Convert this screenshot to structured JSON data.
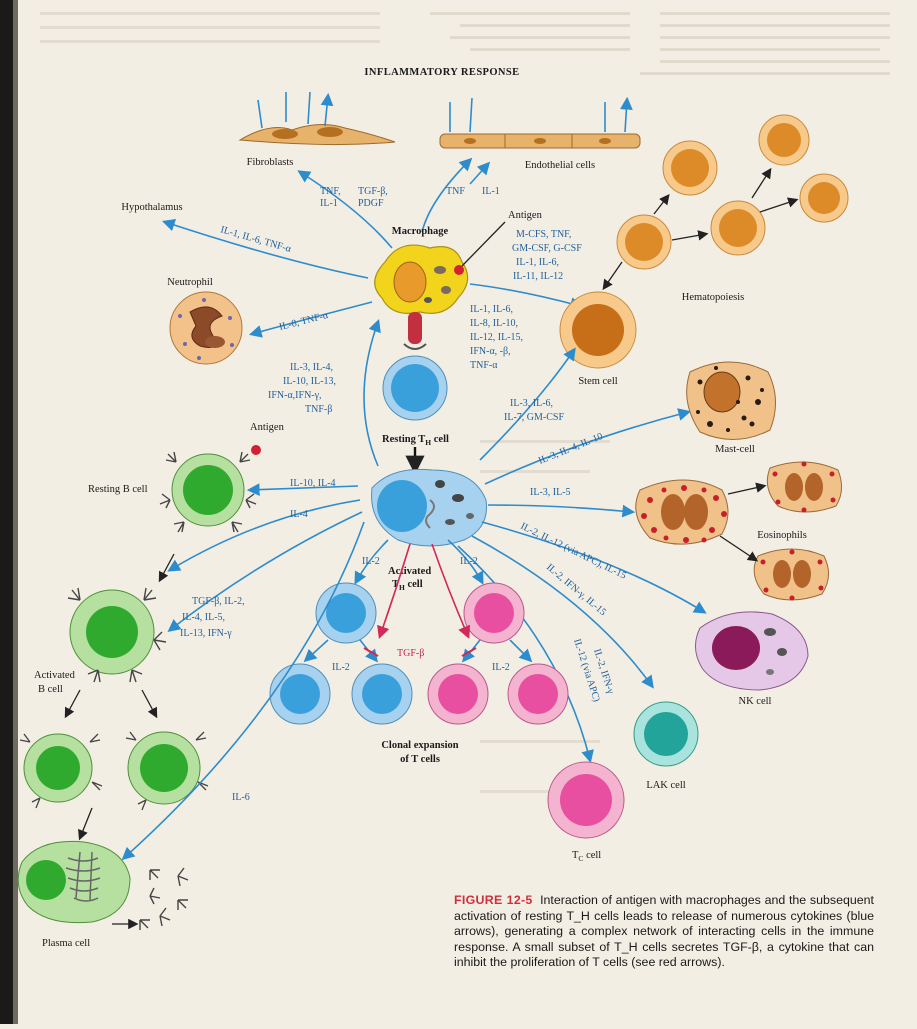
{
  "figure": {
    "title": "INFLAMMATORY RESPONSE",
    "cells": {
      "fibroblasts": "Fibroblasts",
      "endothelial": "Endothelial cells",
      "hypothalamus": "Hypothalamus",
      "macrophage": "Macrophage",
      "antigen_top": "Antigen",
      "neutrophil": "Neutrophil",
      "hematopoiesis": "Hematopoiesis",
      "stem_cell": "Stem cell",
      "resting_th": "Resting T",
      "resting_th_sub": "H",
      "resting_th_suffix": " cell",
      "mast_cell": "Mast-cell",
      "antigen_left": "Antigen",
      "resting_b": "Resting B cell",
      "activated_th": "Activated",
      "activated_th_2": "T",
      "activated_th_sub": "H",
      "activated_th_suffix": " cell",
      "eosinophils": "Eosinophils",
      "activated_b_1": "Activated",
      "activated_b_2": "B cell",
      "nk_cell": "NK cell",
      "clonal_1": "Clonal expansion",
      "clonal_2": "of T cells",
      "lak_cell": "LAK cell",
      "plasma_cell": "Plasma cell",
      "tc_cell": "T",
      "tc_sub": "C",
      "tc_suffix": " cell"
    },
    "cytokines": {
      "tnf_il1": [
        "TNF,",
        "IL-1"
      ],
      "tgf_pdgf": [
        "TGF-β,",
        "PDGF"
      ],
      "tnf_endo": "TNF",
      "il1_endo": "IL-1",
      "hypothalamus": "IL-1, IL-6, TNF-α",
      "antigen_list": [
        "M-CFS, TNF,",
        "GM-CSF, G-CSF",
        "IL-1, IL-6,",
        "IL-11, IL-12"
      ],
      "neutrophil": "IL-8, TNF-α",
      "macrophage_to_th": [
        "IL-1, IL-6,",
        "IL-8, IL-10,",
        "IL-12, IL-15,",
        "IFN-α, -β,",
        "TNF-α"
      ],
      "th_to_macrophage": [
        "IL-3, IL-4,",
        "IL-10, IL-13,",
        "IFN-α,IFN-γ,",
        "TNF-β"
      ],
      "stem": [
        "IL-3, IL-6,",
        "IL-7, GM-CSF"
      ],
      "mast": "IL-3, IL-4, IL-10",
      "b_rest": "IL-10, IL-4",
      "b_il4": "IL-4",
      "eos": "IL-3, IL-5",
      "nk": "IL-2, IL-12 (via APC), IL-15",
      "lak": "IL-2, IFN-γ, IL-15",
      "tc_1": "IL-2, IFN-γ",
      "tc_2": "IL-12 (via APC)",
      "b_act": [
        "TGF-β, IL-2,",
        "IL-4, IL-5,",
        "IL-13, IFN-γ"
      ],
      "il2_left": "IL-2",
      "il2_right": "IL-2",
      "il2_low_left": "IL-2",
      "il2_low_right": "IL-2",
      "tgf": "TGF-β",
      "il6": "IL-6"
    }
  },
  "caption": {
    "figure_label": "FIGURE 12-5",
    "text": "Interaction of antigen with macrophages and the subsequent activation of resting T_H cells leads to release of numerous cytokines (blue arrows), generating a complex network of interacting cells in the immune response. A small subset of T_H cells secretes TGF-β, a cytokine that can inhibit the proliferation of T cells (see red arrows)."
  },
  "colors": {
    "blue_arrow": "#2d8ccc",
    "red_arrow": "#d2285a",
    "th_cell": "#3aa0dc",
    "b_cell": "#2faa2f",
    "pink_cell": "#e0559a",
    "macrophage": "#f2d41c",
    "hemato": "#e0962e",
    "page": "#f3eee4"
  }
}
